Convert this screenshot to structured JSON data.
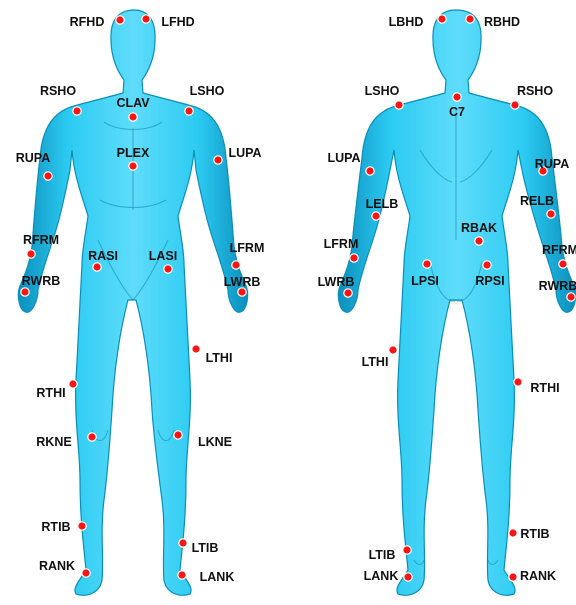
{
  "colors": {
    "body": "#2ccbf2",
    "body_shade": "#0c8fbd",
    "marker": "#ff1414",
    "label": "#111111"
  },
  "front": {
    "markers": [
      {
        "id": "rfhd",
        "label": "RFHD"
      },
      {
        "id": "lfhd",
        "label": "LFHD"
      },
      {
        "id": "clav",
        "label": "CLAV"
      },
      {
        "id": "rsho",
        "label": "RSHO"
      },
      {
        "id": "lsho",
        "label": "LSHO"
      },
      {
        "id": "plex",
        "label": "PLEX"
      },
      {
        "id": "rupa",
        "label": "RUPA"
      },
      {
        "id": "lupa",
        "label": "LUPA"
      },
      {
        "id": "rfrm",
        "label": "RFRM"
      },
      {
        "id": "lfrm",
        "label": "LFRM"
      },
      {
        "id": "rasi",
        "label": "RASI"
      },
      {
        "id": "lasi",
        "label": "LASI"
      },
      {
        "id": "rwrb",
        "label": "RWRB"
      },
      {
        "id": "lwrb",
        "label": "LWRB"
      },
      {
        "id": "lthi",
        "label": "LTHI"
      },
      {
        "id": "rthi",
        "label": "RTHI"
      },
      {
        "id": "rkne",
        "label": "RKNE"
      },
      {
        "id": "lkne",
        "label": "LKNE"
      },
      {
        "id": "rtib",
        "label": "RTIB"
      },
      {
        "id": "ltib",
        "label": "LTIB"
      },
      {
        "id": "rank",
        "label": "RANK"
      },
      {
        "id": "lank",
        "label": "LANK"
      }
    ]
  },
  "back": {
    "markers": [
      {
        "id": "lbhd",
        "label": "LBHD"
      },
      {
        "id": "rbhd",
        "label": "RBHD"
      },
      {
        "id": "lsho",
        "label": "LSHO"
      },
      {
        "id": "rsho",
        "label": "RSHO"
      },
      {
        "id": "c7",
        "label": "C7"
      },
      {
        "id": "lupa",
        "label": "LUPA"
      },
      {
        "id": "rupa",
        "label": "RUPA"
      },
      {
        "id": "lelb",
        "label": "LELB"
      },
      {
        "id": "relb",
        "label": "RELB"
      },
      {
        "id": "rbak",
        "label": "RBAK"
      },
      {
        "id": "lfrm",
        "label": "LFRM"
      },
      {
        "id": "rfrm",
        "label": "RFRM"
      },
      {
        "id": "lwrb",
        "label": "LWRB"
      },
      {
        "id": "lpsi",
        "label": "LPSI"
      },
      {
        "id": "rpsi",
        "label": "RPSI"
      },
      {
        "id": "rwrb",
        "label": "RWRB"
      },
      {
        "id": "lthi",
        "label": "LTHI"
      },
      {
        "id": "rthi",
        "label": "RTHI"
      },
      {
        "id": "ltib",
        "label": "LTIB"
      },
      {
        "id": "rtib",
        "label": "RTIB"
      },
      {
        "id": "lank",
        "label": "LANK"
      },
      {
        "id": "rank",
        "label": "RANK"
      }
    ]
  }
}
